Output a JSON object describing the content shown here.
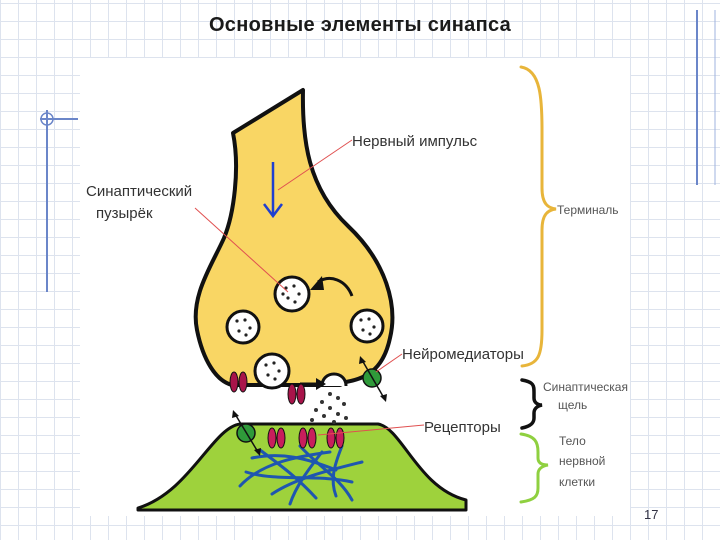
{
  "title": "Основные элементы синапса",
  "labels": {
    "impulse": "Нервный импульс",
    "vesicle_line1": "Синаптический",
    "vesicle_line2": "пузырёк",
    "neurotransmitters": "Нейромедиаторы",
    "receptors": "Рецепторы",
    "terminal": "Терминаль",
    "cleft_line1": "Синаптическая",
    "cleft_line2": "щель",
    "body_line1": "Тело",
    "body_line2": "нервной",
    "body_line3": "клетки"
  },
  "page_number": "17",
  "colors": {
    "terminal_fill": "#f9d664",
    "cell_body_fill": "#9ed23c",
    "terminal_brace": "#e8b53a",
    "cleft_brace": "#111111",
    "body_brace": "#8fd040",
    "impulse_arrow": "#1f3fd0",
    "receptor": "#a8144a",
    "transporter": "#2f9a3a",
    "dendrite_lines": "#1f56b0",
    "pointer_lines": "#e05050"
  }
}
